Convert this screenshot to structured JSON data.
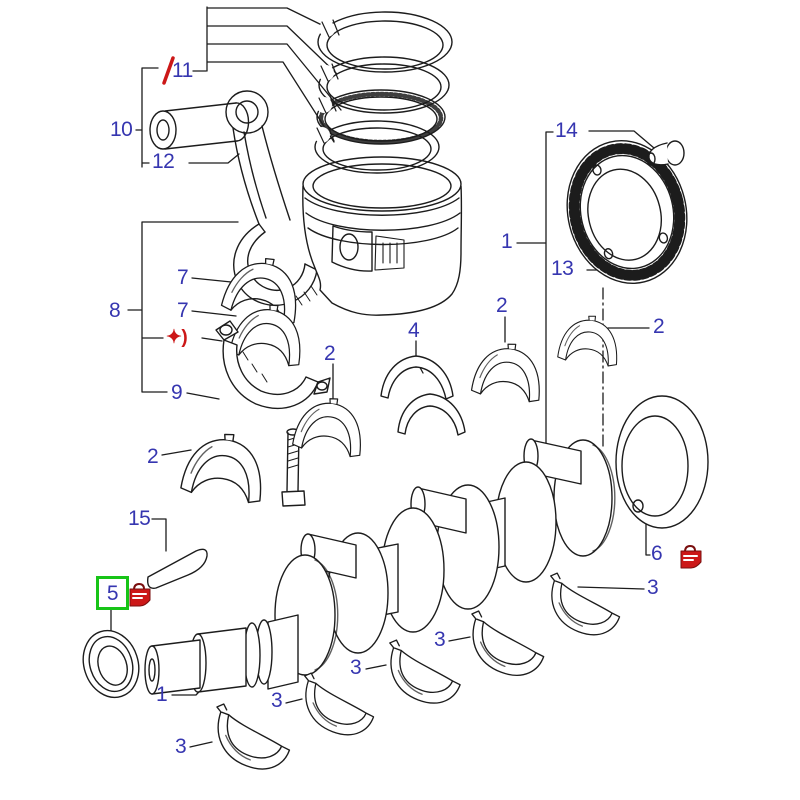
{
  "figure": {
    "kind": "exploded engine crankshaft and piston parts diagram",
    "background": "#ffffff"
  },
  "colors": {
    "line": "#1c1c1c",
    "label_blue": "#3636b0",
    "highlight_green": "#17c417",
    "note_red": "#cc1818"
  },
  "callouts": [
    {
      "id": "ring-set",
      "label": "11"
    },
    {
      "id": "piston-assembly",
      "label": "10"
    },
    {
      "id": "piston-pin",
      "label": "12"
    },
    {
      "id": "rod-bearing-upper",
      "label": "7"
    },
    {
      "id": "rod-bearing-lower",
      "label": "7"
    },
    {
      "id": "connecting-rod-assembly",
      "label": "8"
    },
    {
      "id": "note-symbol",
      "label": "✦)"
    },
    {
      "id": "rod-cap",
      "label": "9"
    },
    {
      "id": "main-bearing-upper-a",
      "label": "2"
    },
    {
      "id": "main-bearing-upper-b",
      "label": "2"
    },
    {
      "id": "thrust-washer",
      "label": "4"
    },
    {
      "id": "main-bearing-upper-c",
      "label": "2"
    },
    {
      "id": "main-bearing-upper-d",
      "label": "2"
    },
    {
      "id": "crankshaft-upper-callout",
      "label": "1"
    },
    {
      "id": "ring-gear-bolt",
      "label": "14"
    },
    {
      "id": "sensor-ring-gear",
      "label": "13"
    },
    {
      "id": "woodruff-key",
      "label": "15"
    },
    {
      "id": "front-oil-seal-selected",
      "label": "5"
    },
    {
      "id": "rear-oil-seal",
      "label": "6"
    },
    {
      "id": "crankshaft-lower-callout",
      "label": "1"
    },
    {
      "id": "main-bearing-lower-1",
      "label": "3"
    },
    {
      "id": "main-bearing-lower-2",
      "label": "3"
    },
    {
      "id": "main-bearing-lower-3",
      "label": "3"
    },
    {
      "id": "main-bearing-lower-4",
      "label": "3"
    },
    {
      "id": "main-bearing-lower-5",
      "label": "3"
    }
  ]
}
